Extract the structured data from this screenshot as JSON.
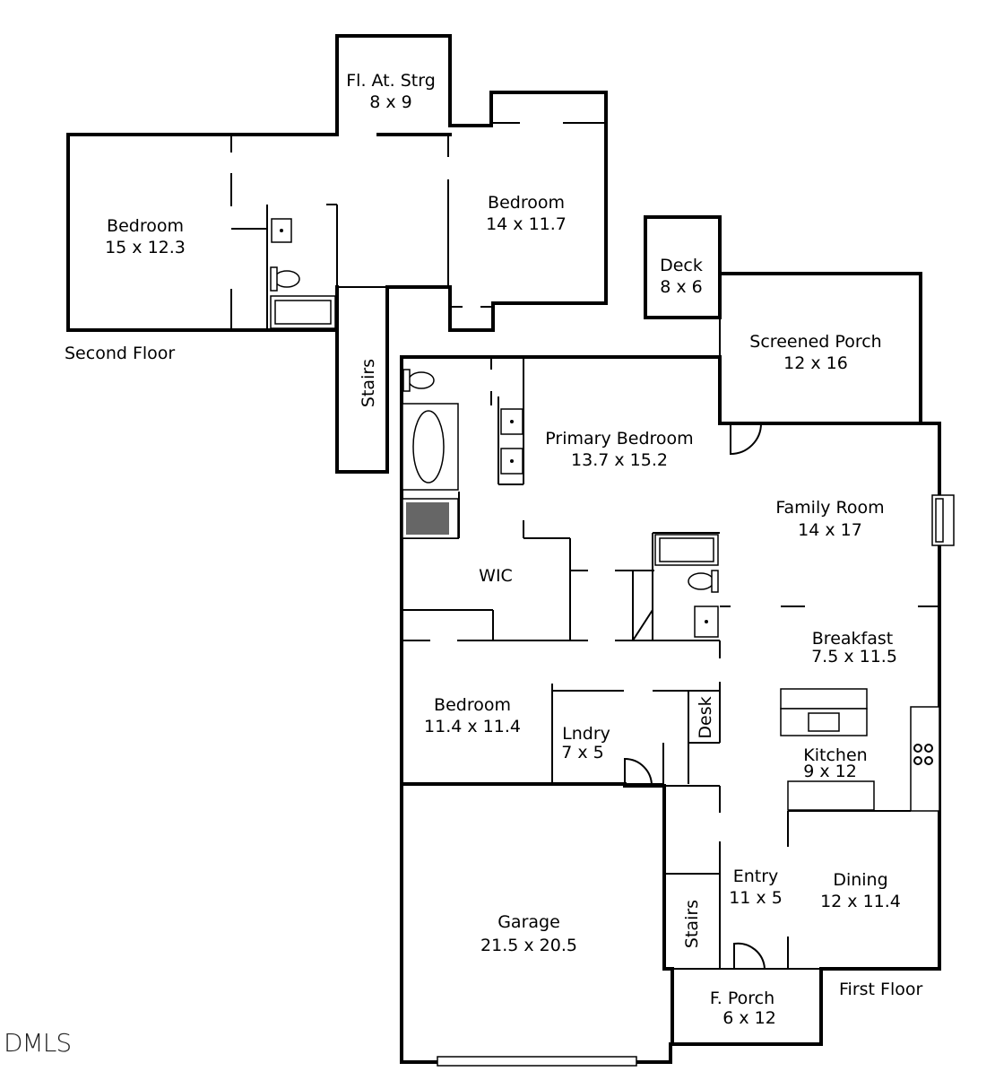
{
  "rooms": {
    "storage": {
      "name": "Fl. At. Strg",
      "dims": "8 x 9"
    },
    "bedroom_upper_left": {
      "name": "Bedroom",
      "dims": "15 x 12.3"
    },
    "bedroom_upper_right": {
      "name": "Bedroom",
      "dims": "14 x 11.7"
    },
    "deck": {
      "name": "Deck",
      "dims": "8 x 6"
    },
    "screened_porch": {
      "name": "Screened Porch",
      "dims": "12 x 16"
    },
    "stairs_upper": {
      "name": "Stairs"
    },
    "primary_bedroom": {
      "name": "Primary Bedroom",
      "dims": "13.7 x 15.2"
    },
    "family_room": {
      "name": "Family Room",
      "dims": "14 x 17"
    },
    "wic": {
      "name": "WIC"
    },
    "breakfast": {
      "name": "Breakfast",
      "dims": "7.5 x 11.5"
    },
    "bedroom_first": {
      "name": "Bedroom",
      "dims": "11.4 x 11.4"
    },
    "laundry": {
      "name": "Lndry",
      "dims": "7 x 5"
    },
    "desk": {
      "name": "Desk"
    },
    "kitchen": {
      "name": "Kitchen",
      "dims": "9 x 12"
    },
    "entry": {
      "name": "Entry",
      "dims": "11 x 5"
    },
    "dining": {
      "name": "Dining",
      "dims": "12 x 11.4"
    },
    "garage": {
      "name": "Garage",
      "dims": "21.5 x 20.5"
    },
    "stairs_lower": {
      "name": "Stairs"
    },
    "front_porch": {
      "name": "F. Porch",
      "dims": "6 x 12"
    }
  },
  "floors": {
    "second": "Second Floor",
    "first": "First Floor"
  },
  "watermark": "DMLS"
}
